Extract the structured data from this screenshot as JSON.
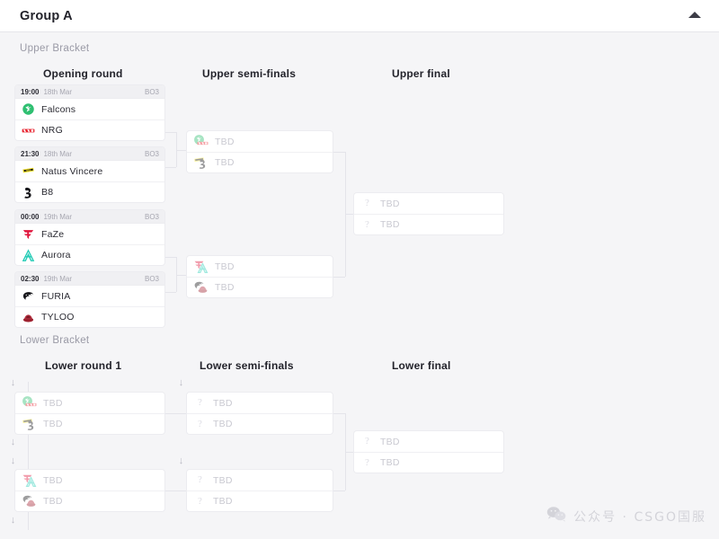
{
  "header": {
    "title": "Group A",
    "collapse_icon": "chevron-up-icon"
  },
  "sections": {
    "upper_label": "Upper Bracket",
    "lower_label": "Lower Bracket"
  },
  "rounds": {
    "opening": "Opening round",
    "upper_semis": "Upper semi-finals",
    "upper_final": "Upper final",
    "lower_r1": "Lower round 1",
    "lower_semis": "Lower semi-finals",
    "lower_final": "Lower final"
  },
  "tbd_label": "TBD",
  "upper_opening": [
    {
      "time": "19:00",
      "date": "18th Mar",
      "format": "BO3",
      "teams": [
        {
          "name": "Falcons",
          "logo": "falcons-logo",
          "color": "#2fbf71"
        },
        {
          "name": "NRG",
          "logo": "nrg-logo",
          "color": "#e8222e"
        }
      ]
    },
    {
      "time": "21:30",
      "date": "18th Mar",
      "format": "BO3",
      "teams": [
        {
          "name": "Natus Vincere",
          "logo": "navi-logo",
          "color": "#f5e32a"
        },
        {
          "name": "B8",
          "logo": "b8-logo",
          "color": "#16161a"
        }
      ]
    },
    {
      "time": "00:00",
      "date": "19th Mar",
      "format": "BO3",
      "teams": [
        {
          "name": "FaZe",
          "logo": "faze-logo",
          "color": "#e0153c"
        },
        {
          "name": "Aurora",
          "logo": "aurora-logo",
          "color": "#22cbb5"
        }
      ]
    },
    {
      "time": "02:30",
      "date": "19th Mar",
      "format": "BO3",
      "teams": [
        {
          "name": "FURIA",
          "logo": "furia-logo",
          "color": "#17171b"
        },
        {
          "name": "TYLOO",
          "logo": "tyloo-logo",
          "color": "#9e2230"
        }
      ]
    }
  ],
  "upper_semis": [
    {
      "teams": [
        {
          "name": "TBD",
          "logo": "falcons-nrg-stack"
        },
        {
          "name": "TBD",
          "logo": "navi-b8-stack"
        }
      ]
    },
    {
      "teams": [
        {
          "name": "TBD",
          "logo": "faze-aurora-stack"
        },
        {
          "name": "TBD",
          "logo": "furia-tyloo-stack"
        }
      ]
    }
  ],
  "upper_final": {
    "teams": [
      {
        "name": "TBD",
        "logo": "question-icon"
      },
      {
        "name": "TBD",
        "logo": "question-icon"
      }
    ]
  },
  "lower_round1": [
    {
      "teams": [
        {
          "name": "TBD",
          "logo": "falcons-nrg-stack"
        },
        {
          "name": "TBD",
          "logo": "navi-b8-stack"
        }
      ]
    },
    {
      "teams": [
        {
          "name": "TBD",
          "logo": "faze-aurora-stack"
        },
        {
          "name": "TBD",
          "logo": "furia-tyloo-stack"
        }
      ]
    }
  ],
  "lower_semis": [
    {
      "teams": [
        {
          "name": "TBD",
          "logo": "question-icon"
        },
        {
          "name": "TBD",
          "logo": "question-icon"
        }
      ]
    },
    {
      "teams": [
        {
          "name": "TBD",
          "logo": "question-icon"
        },
        {
          "name": "TBD",
          "logo": "question-icon"
        }
      ]
    }
  ],
  "lower_final": {
    "teams": [
      {
        "name": "TBD",
        "logo": "question-icon"
      },
      {
        "name": "TBD",
        "logo": "question-icon"
      }
    ]
  },
  "drop_arrow_glyph": "↓",
  "watermark": {
    "text": "公众号 · CSGO国服",
    "icon": "wechat-icon"
  },
  "colors": {
    "page_bg": "#f5f5f7",
    "card_bg": "#ffffff",
    "line": "#e4e4ea",
    "text": "#2b2b33",
    "muted": "#9a9aa6",
    "tbd": "#c9c9d1"
  }
}
